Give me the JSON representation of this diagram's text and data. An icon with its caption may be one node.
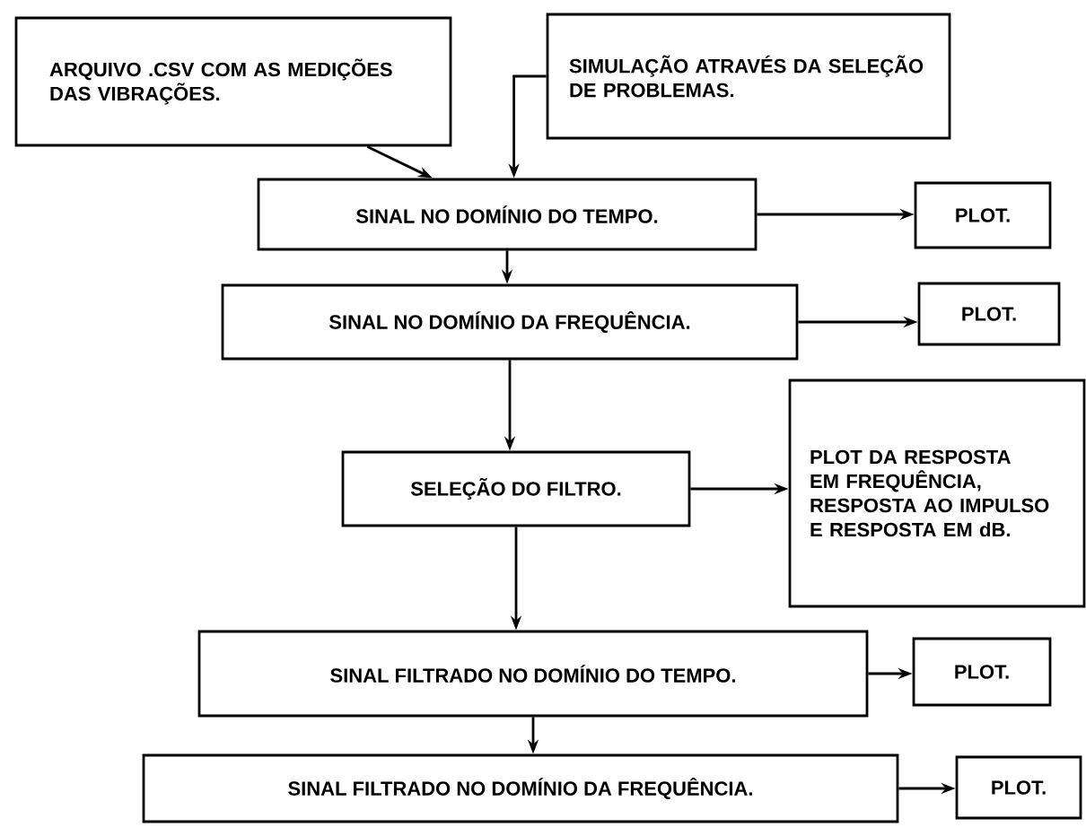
{
  "diagram": {
    "nodes": [
      {
        "text": [
          "ARQUIVO .CSV COM AS MEDIÇÕES DAS VIBRAÇÕES."
        ]
      },
      {
        "text": [
          "SIMULAÇÃO ATRAVÉS DA SELEÇÃO DE PROBLEMAS."
        ]
      },
      {
        "text": [
          "SINAL NO DOMÍNIO DO TEMPO."
        ]
      },
      {
        "text": [
          "PLOT."
        ]
      },
      {
        "text": [
          "SINAL NO DOMÍNIO DA FREQUÊNCIA."
        ]
      },
      {
        "text": [
          "PLOT."
        ]
      },
      {
        "text": [
          "SELEÇÃO DO FILTRO."
        ]
      },
      {
        "text": [
          "PLOT DA RESPOSTA EM FREQUÊNCIA, RESPOSTA AO IMPULSO E RESPOSTA EM dB."
        ]
      },
      {
        "text": [
          "SINAL FILTRADO NO DOMÍNIO DO TEMPO."
        ]
      },
      {
        "text": [
          "PLOT."
        ]
      },
      {
        "text": [
          "SINAL FILTRADO NO DOMÍNIO DA FREQUÊNCIA."
        ]
      },
      {
        "text": [
          "PLOT."
        ]
      }
    ],
    "edges": [
      {
        "from": 0,
        "to": 2,
        "arrow": "to"
      },
      {
        "from": 1,
        "to": 2,
        "arrow": "to"
      },
      {
        "from": 2,
        "to": 3,
        "arrow": "to"
      },
      {
        "from": 2,
        "to": 4,
        "arrow": "to"
      },
      {
        "from": 4,
        "to": 5,
        "arrow": "to"
      },
      {
        "from": 4,
        "to": 6,
        "arrow": "to"
      },
      {
        "from": 6,
        "to": 7,
        "arrow": "to"
      },
      {
        "from": 6,
        "to": 8,
        "arrow": "to"
      },
      {
        "from": 8,
        "to": 9,
        "arrow": "to"
      },
      {
        "from": 8,
        "to": 10,
        "arrow": "to"
      },
      {
        "from": 10,
        "to": 11,
        "arrow": "to"
      }
    ]
  }
}
